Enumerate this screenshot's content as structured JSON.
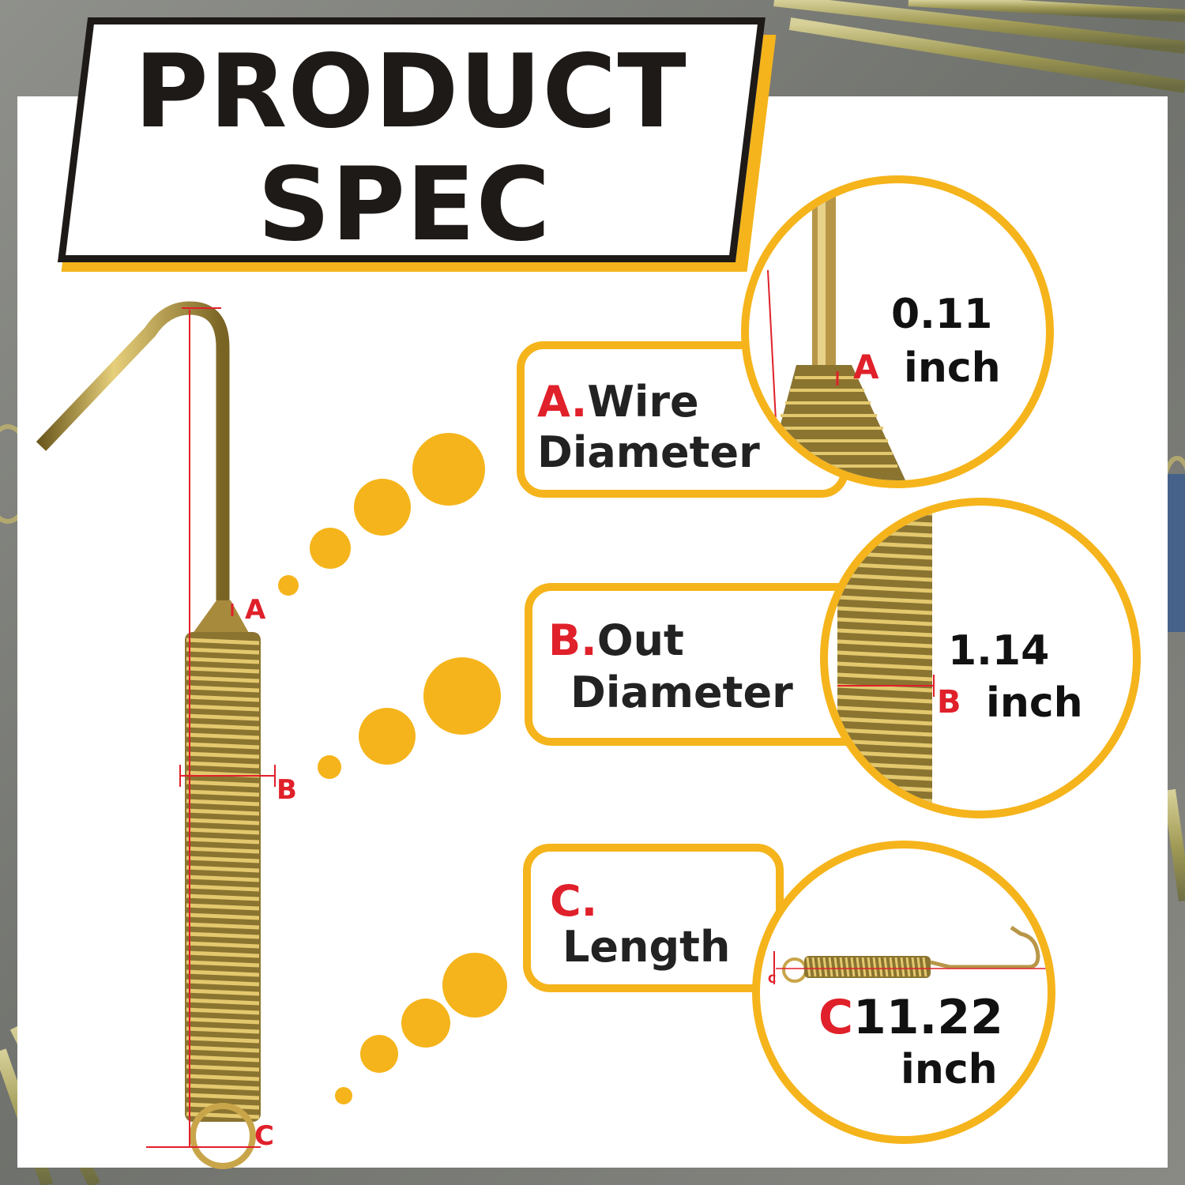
{
  "title": {
    "line1": "PRODUCT",
    "line2": "SPEC"
  },
  "colors": {
    "accent": "#f5b41b",
    "marker": "#e0202a",
    "ink": "#1e1a18"
  },
  "markers": {
    "a": "A",
    "b": "B",
    "c": "C"
  },
  "specs": [
    {
      "letter": "A.",
      "label_line1": "Wire",
      "label_line2": "Diameter",
      "marker": "A",
      "value": "0.11",
      "unit": "inch"
    },
    {
      "letter": "B.",
      "label_line1": "Out",
      "label_line2": "Diameter",
      "marker": "B",
      "value": "1.14",
      "unit": "inch"
    },
    {
      "letter": "C.",
      "label_line1": "Length",
      "label_line2": "",
      "marker": "C",
      "value": "11.22",
      "unit": "inch"
    }
  ]
}
